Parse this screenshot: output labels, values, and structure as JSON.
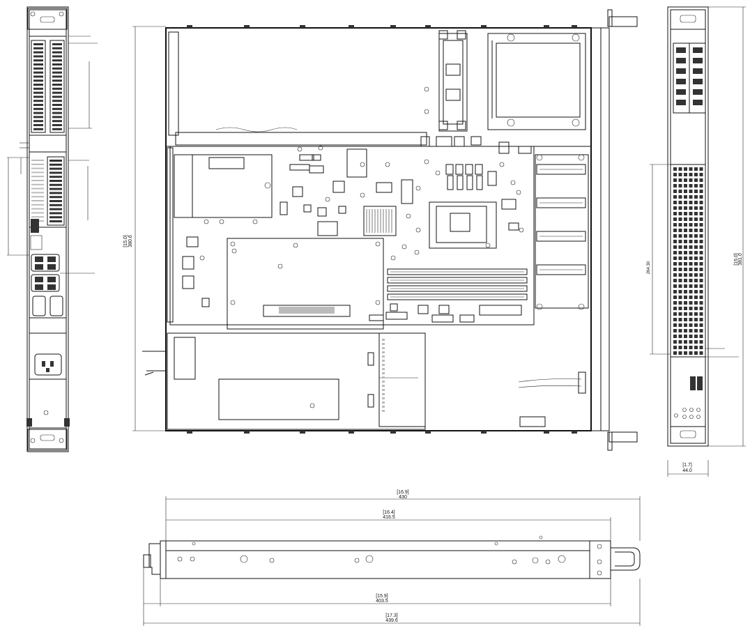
{
  "colors": {
    "line": "#111111",
    "background": "#ffffff"
  },
  "dimensions": {
    "width_upper": "[16.9]",
    "width_lower": "430",
    "inner_upper": "[16.4]",
    "inner_lower": "416.5",
    "depth_upper": "[15.9]",
    "depth_lower": "403.5",
    "overall_upper": "[17.3]",
    "overall_lower": "439.6",
    "height_upper": "[1.7]",
    "height_lower": "44.0",
    "side_depth_upper": "[15.0]",
    "side_depth_lower": "381.0",
    "top_depth_upper": "[15.0]",
    "top_depth_lower": "380.6",
    "vent_label": "264.30"
  }
}
